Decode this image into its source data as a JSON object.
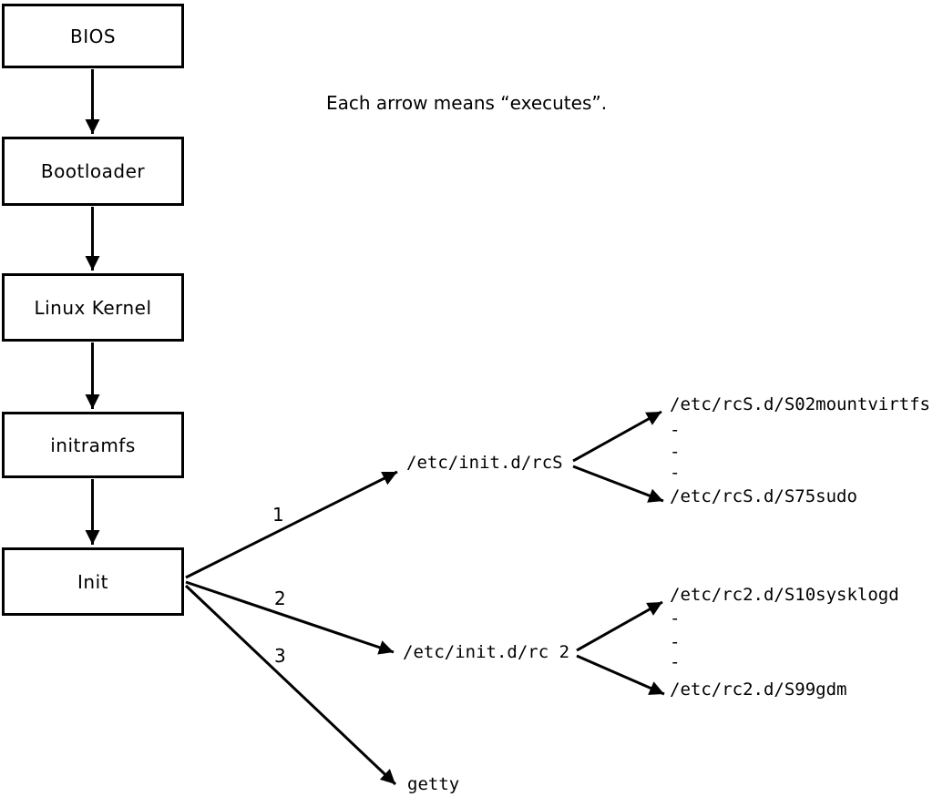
{
  "annotation": "Each arrow means “executes”.",
  "flow_boxes": [
    {
      "label": "BIOS"
    },
    {
      "label": "Bootloader"
    },
    {
      "label": "Linux Kernel"
    },
    {
      "label": "initramfs"
    },
    {
      "label": "Init"
    }
  ],
  "branches": [
    {
      "number": "1",
      "target": "/etc/init.d/rcS",
      "children": [
        "/etc/rcS.d/S02mountvirtfs",
        "-",
        "-",
        "-",
        "/etc/rcS.d/S75sudo"
      ]
    },
    {
      "number": "2",
      "target": "/etc/init.d/rc 2",
      "children": [
        "/etc/rc2.d/S10sysklogd",
        "-",
        "-",
        "-",
        "/etc/rc2.d/S99gdm"
      ]
    },
    {
      "number": "3",
      "target": "getty",
      "children": []
    }
  ],
  "colors": {
    "line": "#000000",
    "background": "#ffffff",
    "text": "#000000"
  }
}
